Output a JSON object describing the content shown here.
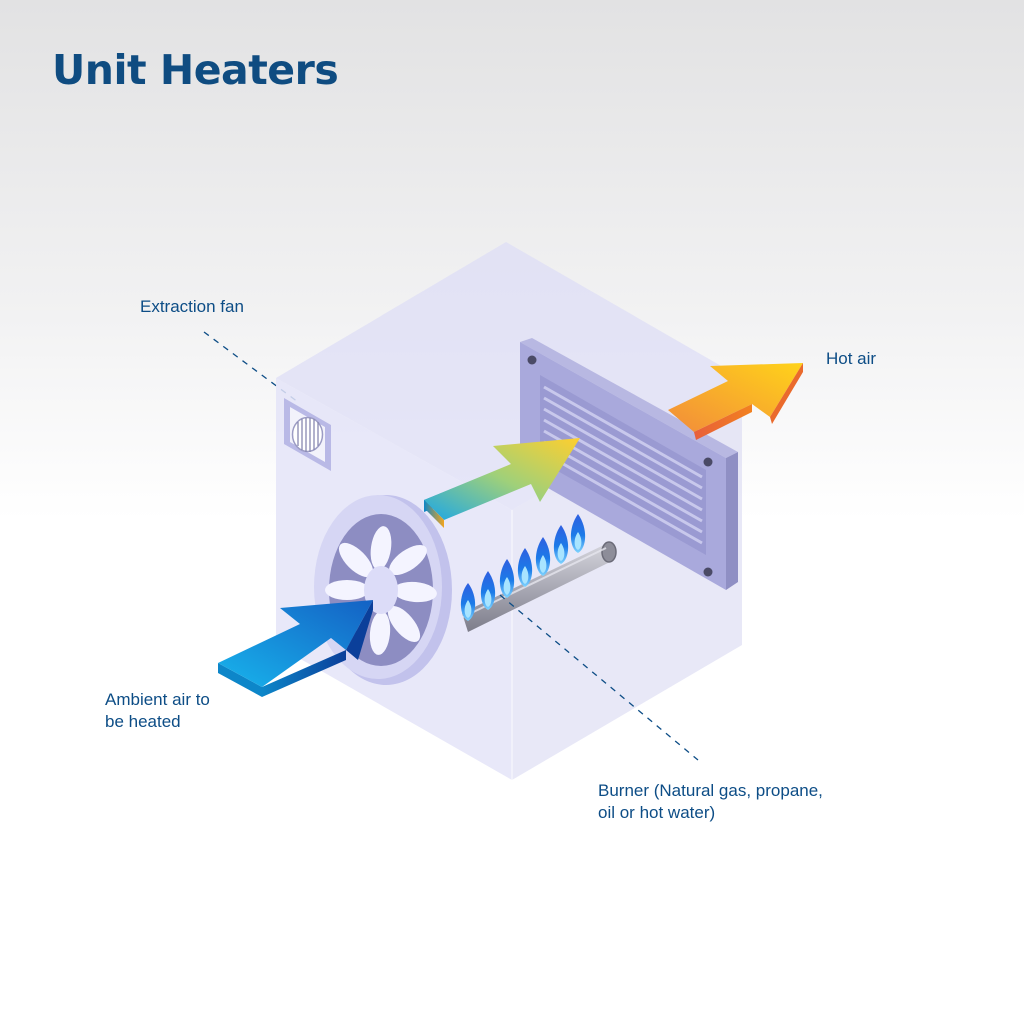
{
  "title": "Unit Heaters",
  "labels": {
    "extraction_fan": "Extraction fan",
    "hot_air": "Hot air",
    "ambient_line1": "Ambient air to",
    "ambient_line2": "be heated",
    "burner_line1": "Burner (Natural gas, propane,",
    "burner_line2": "oil or hot water)"
  },
  "colors": {
    "title": "#0f4c81",
    "label": "#0d4d86",
    "unit_body": "#e2e2f6",
    "grille": "#aaaad8",
    "flame": "#1e6bd6",
    "cold_arrow": "#0a8fd8",
    "hot_arrow": "#fdbb2a"
  }
}
